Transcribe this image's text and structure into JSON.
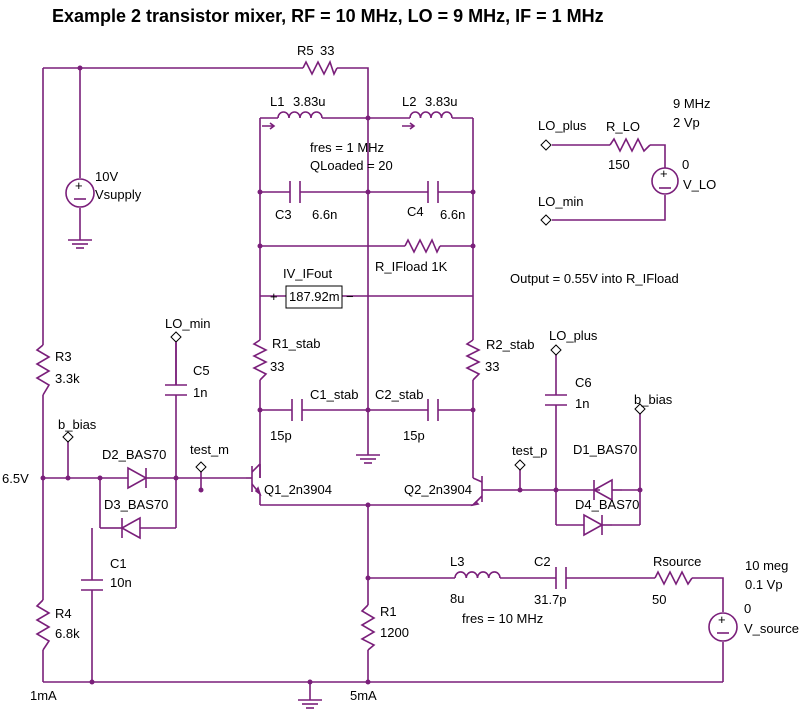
{
  "title": "Example 2 transistor mixer, RF = 10 MHz, LO = 9 MHz, IF = 1 MHz",
  "labels": {
    "r5_name": "R5",
    "r5_val": "33",
    "l1_name": "L1",
    "l1_val": "3.83u",
    "l2_name": "L2",
    "l2_val": "3.83u",
    "fres_if": "fres = 1 MHz",
    "qloaded": "QLoaded = 20",
    "c3_name": "C3",
    "c3_val": "6.6n",
    "c4_name": "C4",
    "c4_val": "6.6n",
    "rifload": "R_IFload 1K",
    "iv_name": "IV_IFout",
    "iv_val": "187.92m",
    "supply_v": "10V",
    "supply_name": "Vsupply",
    "lo_freq": "9 MHz",
    "lo_amp": "2 Vp",
    "lo_plus": "LO_plus",
    "r_lo": "R_LO",
    "r_lo_val": "150",
    "vlo_zero": "0",
    "vlo_name": "V_LO",
    "lo_min": "LO_min",
    "output_note": "Output = 0.55V into R_IFload",
    "lo_min2": "LO_min",
    "lo_plus2": "LO_plus",
    "r1stab_name": "R1_stab",
    "r1stab_val": "33",
    "r2stab_name": "R2_stab",
    "r2stab_val": "33",
    "r3_name": "R3",
    "r3_val": "3.3k",
    "c5_name": "C5",
    "c5_val": "1n",
    "c6_name": "C6",
    "c6_val": "1n",
    "c1stab": "C1_stab",
    "c2stab": "C2_stab",
    "c1stab_val": "15p",
    "c2stab_val": "15p",
    "b_bias_l": "b_bias",
    "b_bias_r": "b_bias",
    "d2": "D2_BAS70",
    "d3": "D3_BAS70",
    "d1": "D1_BAS70",
    "d4": "D4_BAS70",
    "test_m": "test_m",
    "test_p": "test_p",
    "v65": "6.5V",
    "q1": "Q1_2n3904",
    "q2": "Q2_2n3904",
    "c1_name": "C1",
    "c1_val": "10n",
    "r4_name": "R4",
    "r4_val": "6.8k",
    "l3_name": "L3",
    "l3_val": "8u",
    "c2_name": "C2",
    "c2_val": "31.7p",
    "rsource": "Rsource",
    "rsource_val": "50",
    "fres_rf": "fres = 10 MHz",
    "r1_name": "R1",
    "r1_val": "1200",
    "src_freq": "10 meg",
    "src_amp": "0.1 Vp",
    "src_zero": "0",
    "src_name": "V_source",
    "i1": "1mA",
    "i2": "5mA"
  }
}
